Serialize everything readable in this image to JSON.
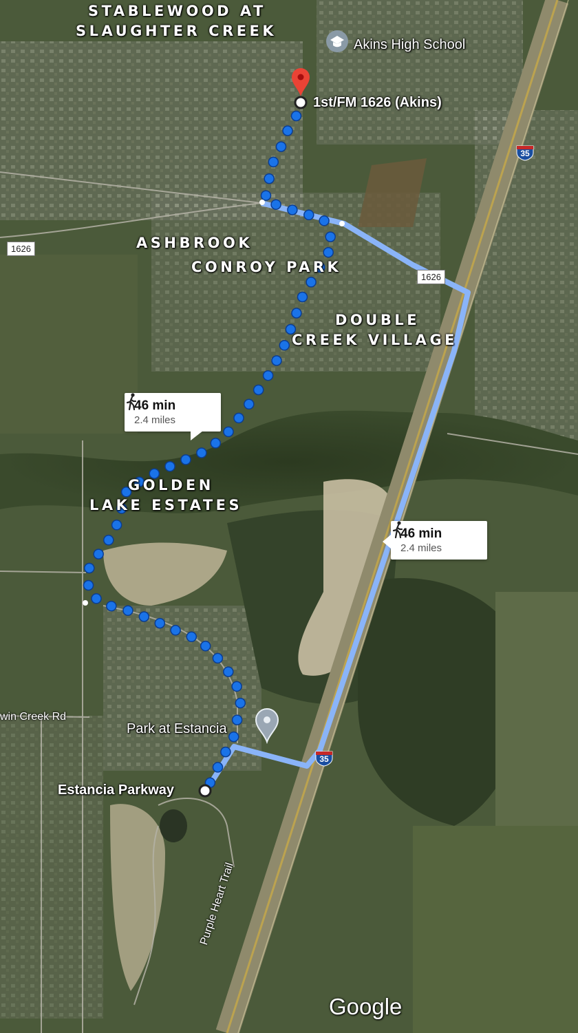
{
  "areas": {
    "stablewood_1": "STABLEWOOD AT",
    "stablewood_2": "SLAUGHTER CREEK",
    "ashbrook": "ASHBROOK",
    "conroy": "CONROY PARK",
    "double_1": "DOUBLE",
    "double_2": "CREEK VILLAGE",
    "golden_1": "GOLDEN",
    "golden_2": "LAKE ESTATES"
  },
  "places": {
    "school": "Akins High School",
    "destination": "1st/FM 1626 (Akins)",
    "park": "Park at Estancia",
    "origin": "Estancia Parkway"
  },
  "roads": {
    "fm_left": "1626",
    "fm_right": "1626",
    "twin_creek": "win Creek Rd",
    "purple_heart": "Purple Heart Trail",
    "i35_top": "35",
    "i35_bottom": "35"
  },
  "routes": {
    "primary": {
      "time": "46 min",
      "distance": "2.4 miles"
    },
    "alternate": {
      "time": "46 min",
      "distance": "2.4 miles"
    }
  },
  "branding": {
    "logo": "Google"
  },
  "icons": {
    "walk": "walking-person-icon",
    "pin": "red-destination-pin-icon",
    "school": "graduation-cap-icon",
    "park": "map-pin-icon"
  },
  "colors": {
    "route_dots": "#1a73e8",
    "route_alt": "#8ab4f8",
    "pin_red": "#ea4335",
    "shield_blue": "#1a4ea0",
    "shield_red": "#c62828"
  }
}
